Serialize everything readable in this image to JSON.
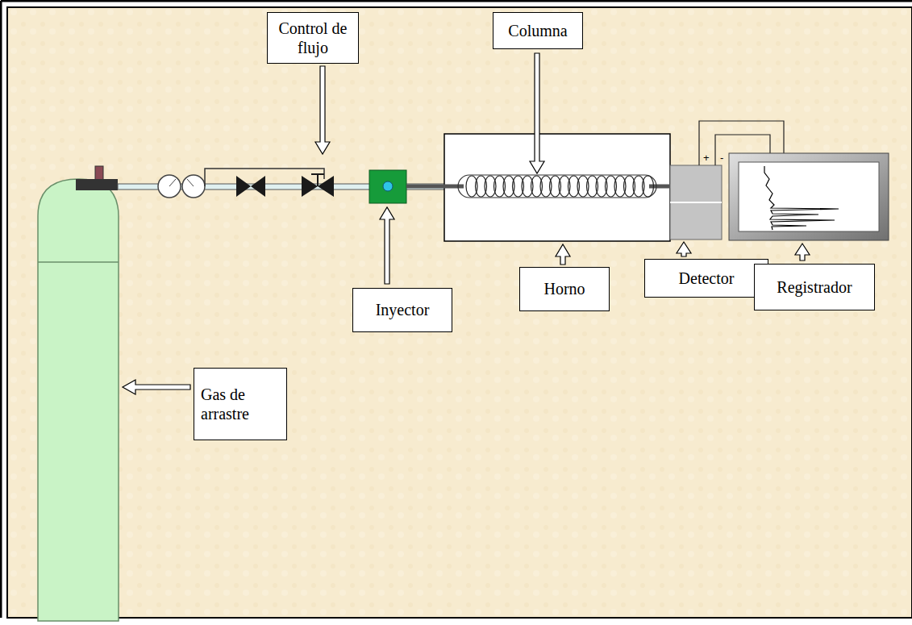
{
  "diagram": {
    "nodes": [
      {
        "text": [
          "Columna"
        ]
      },
      {
        "text": [
          "Control de flujo"
        ]
      },
      {
        "text": [
          "Inyector"
        ]
      },
      {
        "text": [
          "Horno"
        ]
      },
      {
        "text": [
          "Detector"
        ]
      },
      {
        "text": [
          "Registrador"
        ]
      },
      {
        "text": [
          "Gas de arrastre"
        ]
      }
    ],
    "labels": [
      "+",
      "-"
    ]
  }
}
